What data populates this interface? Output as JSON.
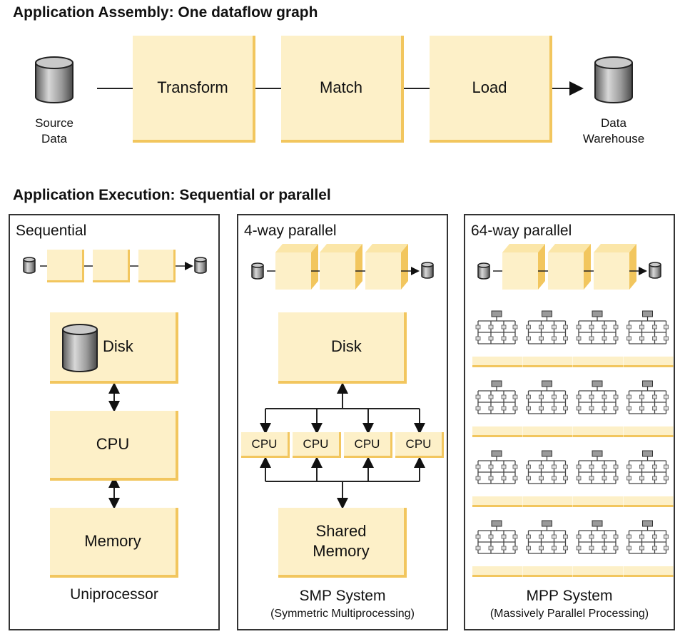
{
  "assembly": {
    "title": "Application Assembly: One dataflow graph",
    "source_label_1": "Source",
    "source_label_2": "Data",
    "stages": [
      "Transform",
      "Match",
      "Load"
    ],
    "target_label_1": "Data",
    "target_label_2": "Warehouse"
  },
  "execution": {
    "title": "Application Execution: Sequential or parallel",
    "sequential": {
      "label": "Sequential",
      "disk": "Disk",
      "cpu": "CPU",
      "memory": "Memory",
      "system": "Uniprocessor"
    },
    "smp": {
      "label": "4-way parallel",
      "disk": "Disk",
      "cpus": [
        "CPU",
        "CPU",
        "CPU",
        "CPU"
      ],
      "memory_1": "Shared",
      "memory_2": "Memory",
      "system": "SMP System",
      "subtitle": "(Symmetric Multiprocessing)"
    },
    "mpp": {
      "label": "64-way parallel",
      "system": "MPP System",
      "subtitle": "(Massively Parallel Processing)",
      "node_rows": 4,
      "node_cols": 4
    }
  },
  "colors": {
    "box_fill": "#fdf0c8",
    "box_shadow": "#f2c65e",
    "line": "#222222",
    "cylinder": "#8a8a8a"
  },
  "icons": [
    "database-cylinder-icon",
    "arrow-icon",
    "mpp-node-icon"
  ]
}
